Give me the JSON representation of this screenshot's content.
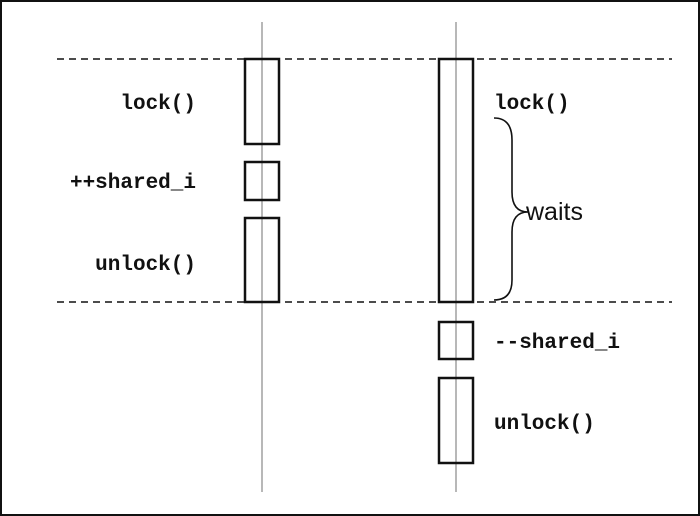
{
  "thread_a": {
    "lock_label": "lock()",
    "increment_label": "++shared_i",
    "unlock_label": "unlock()"
  },
  "thread_b": {
    "lock_label": "lock()",
    "waits_label": "waits",
    "decrement_label": "--shared_i",
    "unlock_label": "unlock()"
  },
  "colors": {
    "stroke": "#111111",
    "timeline": "#888888",
    "background": "#ffffff"
  }
}
